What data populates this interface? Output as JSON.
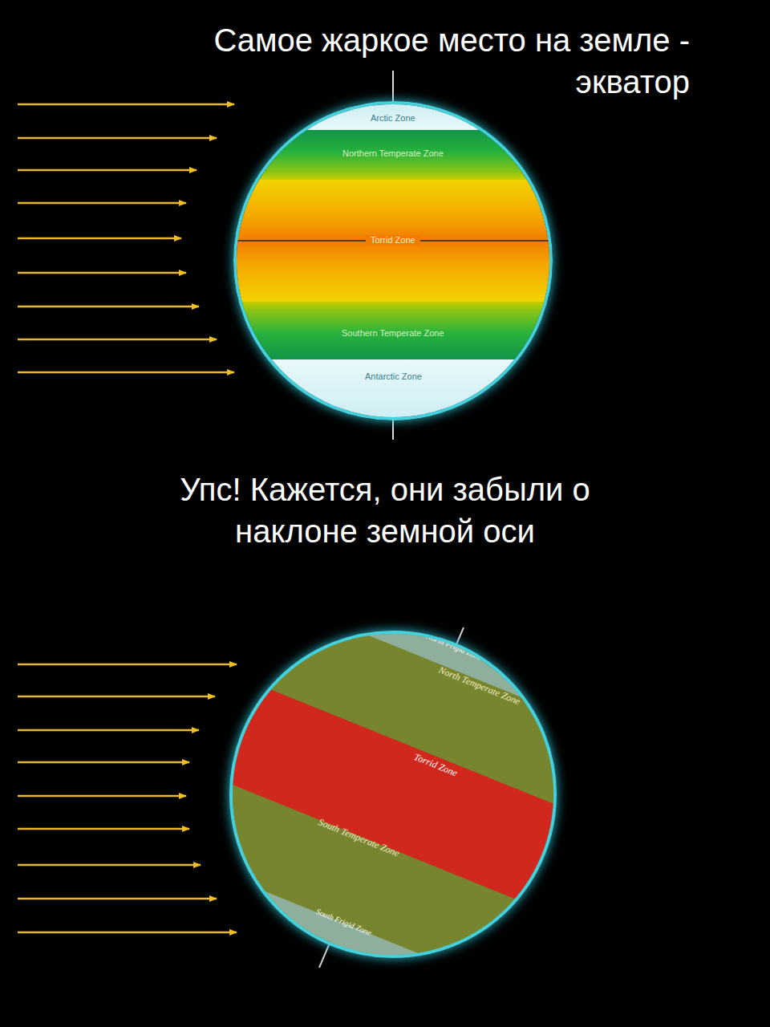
{
  "diagram": {
    "title": "Самое жаркое место на земле - экватор",
    "nodes": [
      {
        "text": [
          "Arctic Zone"
        ]
      },
      {
        "text": [
          "Northern Temperate Zone"
        ]
      },
      {
        "text": [
          "Torrid Zone"
        ]
      },
      {
        "text": [
          "Southern Temperate Zone"
        ]
      },
      {
        "text": [
          "Antarctic Zone"
        ]
      },
      {
        "text": [
          "North Frigid Zone"
        ]
      },
      {
        "text": [
          "North Temperate Zone"
        ]
      },
      {
        "text": [
          "Torrid Zone"
        ]
      },
      {
        "text": [
          "South Temperate Zone"
        ]
      },
      {
        "text": [
          "South Frigid Zone"
        ]
      }
    ],
    "labels": [
      "Упс! Кажется, они забыли о наклоне земной оси"
    ]
  }
}
